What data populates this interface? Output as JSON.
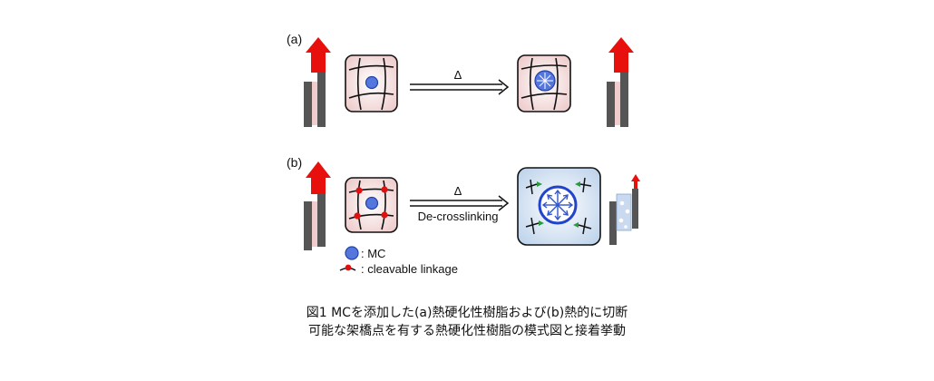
{
  "panel_a": {
    "label": "(a)",
    "arrow_symbol": "Δ"
  },
  "panel_b": {
    "label": "(b)",
    "arrow_symbol": "Δ",
    "arrow_text": "De-crosslinking"
  },
  "legend": {
    "mc": ": MC",
    "linkage": ": cleavable linkage"
  },
  "caption": {
    "line1": "図1 MCを添加した(a)熱硬化性樹脂および(b)熱的に切断",
    "line2": "可能な架橋点を有する熱硬化性樹脂の模式図と接着挙動"
  },
  "colors": {
    "arrow_red": "#e8100c",
    "box_pink": "#f3dede",
    "box_blue": "#d9e6f4",
    "mc_blue": "#5577dd",
    "linkage_red": "#e01010",
    "cleaved_green": "#2a9a3a",
    "adhesive_pink": "#f0cccc",
    "plate_gray": "#5a5a5a"
  }
}
